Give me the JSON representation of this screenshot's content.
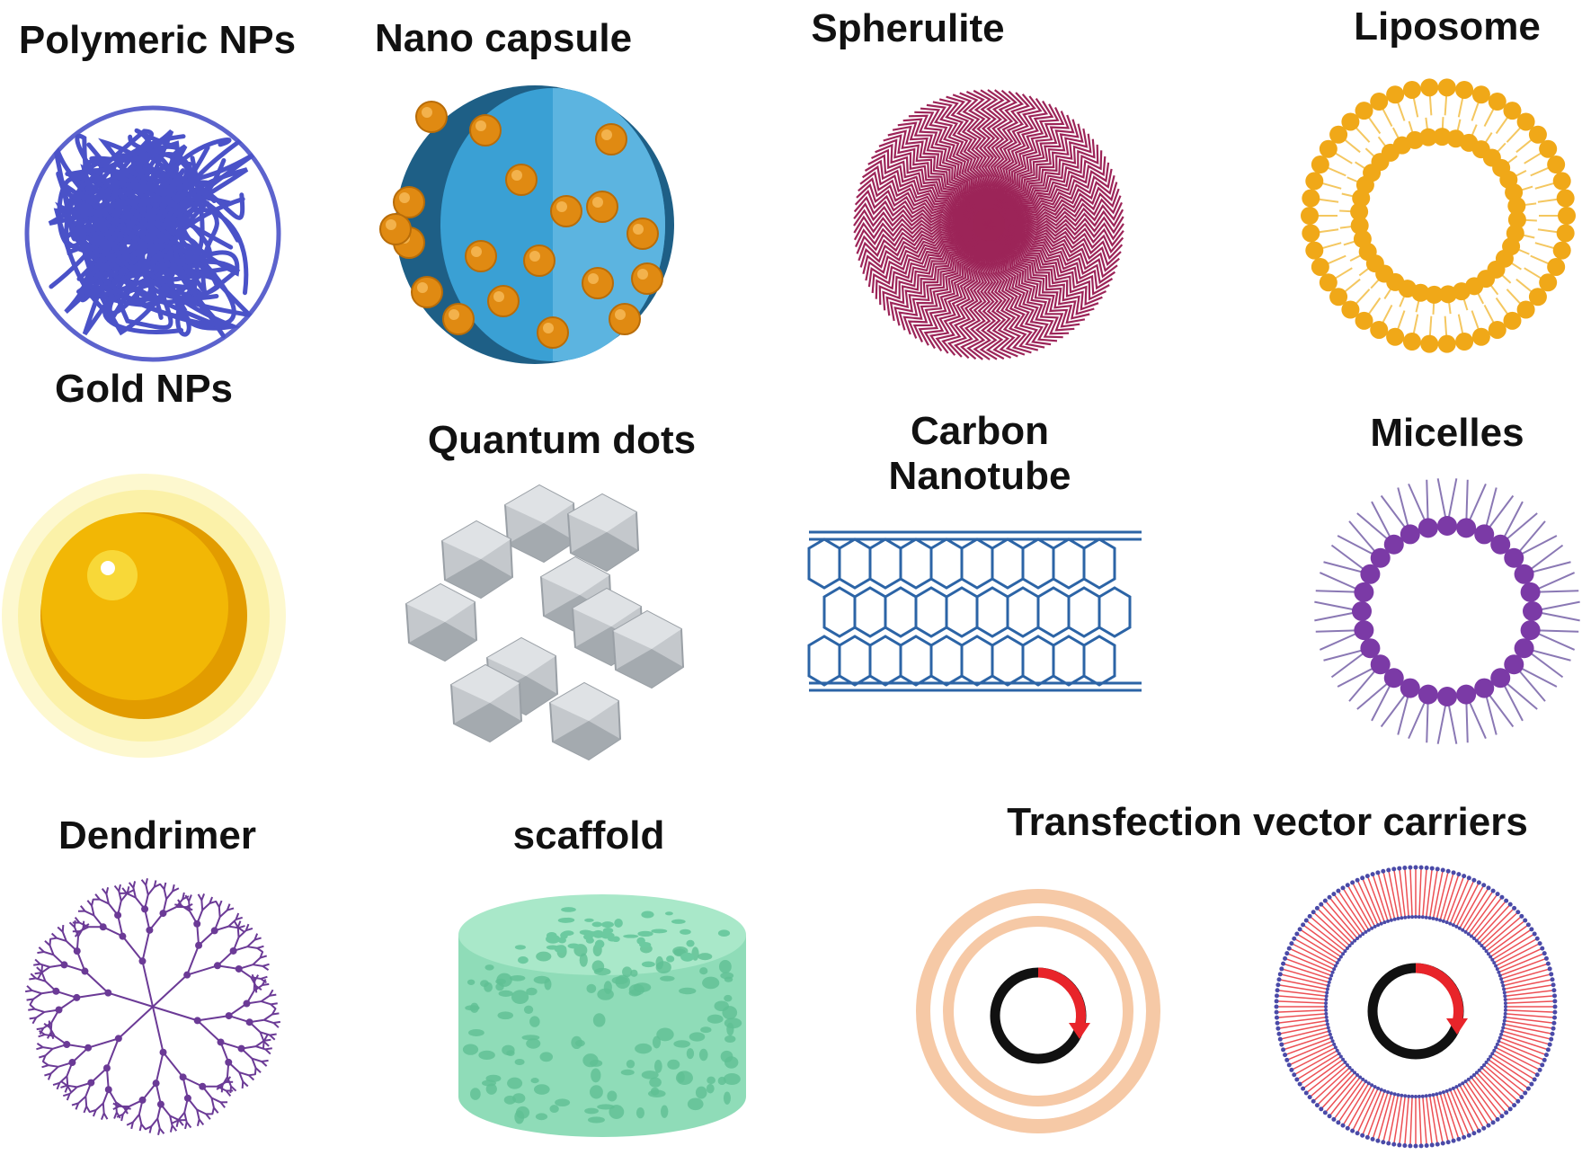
{
  "labels": {
    "polymeric": "Polymeric NPs",
    "nanocapsule": "Nano capsule",
    "spherulite": "Spherulite",
    "liposome": "Liposome",
    "gold": "Gold NPs",
    "quantum": "Quantum dots",
    "carbon_line1": "Carbon",
    "carbon_line2": "Nanotube",
    "micelles": "Micelles",
    "dendrimer": "Dendrimer",
    "scaffold": "scaffold",
    "transfection": "Transfection vector carriers"
  },
  "colors": {
    "polymer": "#4a52c8",
    "capsule_blue": "#2f86b8",
    "capsule_dot": "#e08a12",
    "spherulite": "#9c2458",
    "liposome": "#f0a818",
    "gold": "#f2b705",
    "gold_glow": "#fbf1a8",
    "quantum": "#b8bcc0",
    "nanotube": "#2c64a6",
    "micelle": "#7b3aa6",
    "dendrimer": "#6b3a96",
    "scaffold": "#8fdcb8",
    "vector_ring": "#f6c9a6",
    "vector_red": "#e8242a",
    "vector_blue": "#4a4aa8"
  }
}
